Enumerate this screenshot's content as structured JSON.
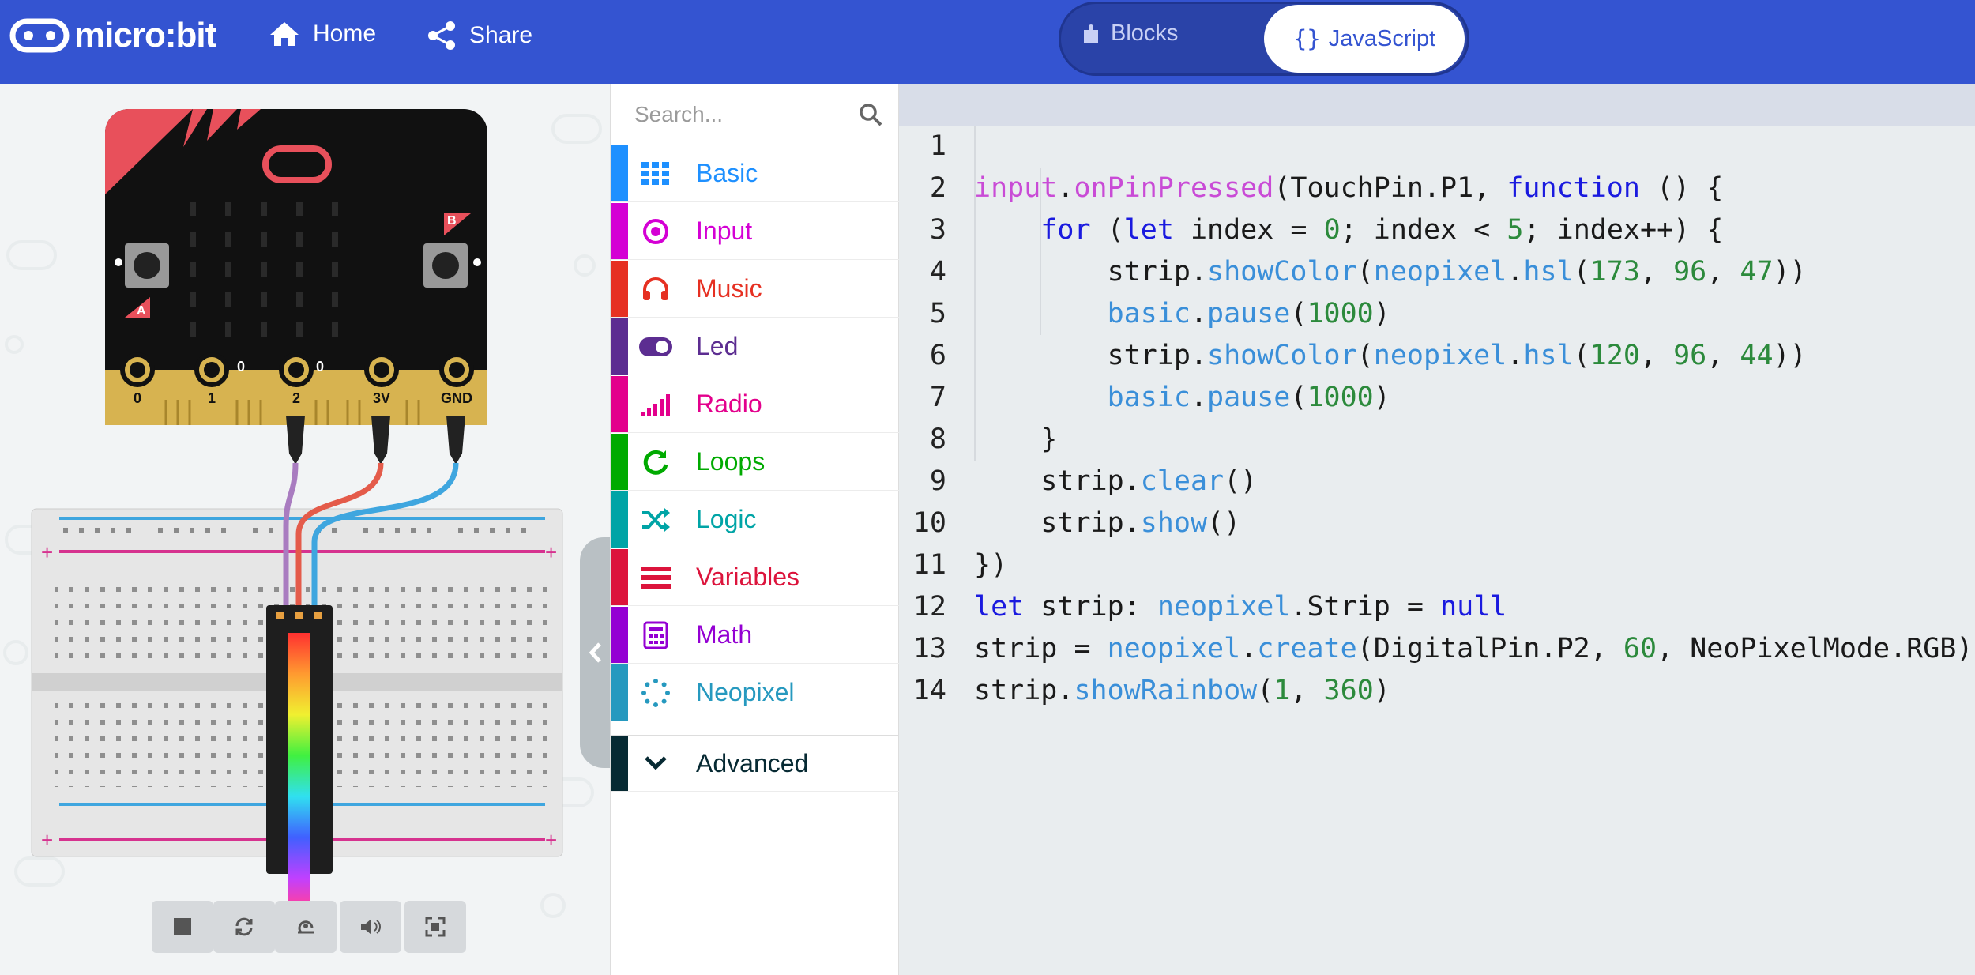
{
  "header": {
    "logo_text": "micro:bit",
    "home_label": "Home",
    "share_label": "Share",
    "tabs": [
      {
        "label": "Blocks",
        "active": false
      },
      {
        "label": "JavaScript",
        "active": true
      }
    ]
  },
  "simulator": {
    "pin_labels": [
      "0",
      "1",
      "2",
      "3V",
      "GND"
    ],
    "button_labels": [
      "A",
      "B"
    ],
    "controls": [
      "stop-icon",
      "restart-icon",
      "slow-motion-icon",
      "sound-icon",
      "fullscreen-icon"
    ]
  },
  "toolbox": {
    "search_placeholder": "Search...",
    "categories": [
      {
        "label": "Basic",
        "color": "#1e90ff",
        "icon": "grid-icon"
      },
      {
        "label": "Input",
        "color": "#d400d4",
        "icon": "target-icon"
      },
      {
        "label": "Music",
        "color": "#e63022",
        "icon": "headphones-icon"
      },
      {
        "label": "Led",
        "color": "#5c2d91",
        "icon": "toggle-icon"
      },
      {
        "label": "Radio",
        "color": "#e3008c",
        "icon": "signal-bars-icon"
      },
      {
        "label": "Loops",
        "color": "#00aa00",
        "icon": "refresh-icon"
      },
      {
        "label": "Logic",
        "color": "#00a4a6",
        "icon": "shuffle-icon"
      },
      {
        "label": "Variables",
        "color": "#dc143c",
        "icon": "lines-icon"
      },
      {
        "label": "Math",
        "color": "#9400d3",
        "icon": "calculator-icon"
      },
      {
        "label": "Neopixel",
        "color": "#2699bf",
        "icon": "dotted-circle-icon"
      }
    ],
    "advanced_label": "Advanced",
    "advanced_color": "#072a33"
  },
  "editor": {
    "line_numbers": [
      "1",
      "2",
      "3",
      "4",
      "5",
      "6",
      "7",
      "8",
      "9",
      "10",
      "11",
      "12",
      "13",
      "14"
    ],
    "lines": [
      "input.onPinPressed(TouchPin.P1, function () {",
      "    for (let index = 0; index < 5; index++) {",
      "        strip.showColor(neopixel.hsl(173, 96, 47))",
      "        basic.pause(1000)",
      "        strip.showColor(neopixel.hsl(120, 96, 44))",
      "        basic.pause(1000)",
      "    }",
      "    strip.clear()",
      "    strip.show()",
      "})",
      "let strip: neopixel.Strip = null",
      "strip = neopixel.create(DigitalPin.P2, 60, NeoPixelMode.RGB)",
      "strip.showRainbow(1, 360)",
      ""
    ]
  }
}
